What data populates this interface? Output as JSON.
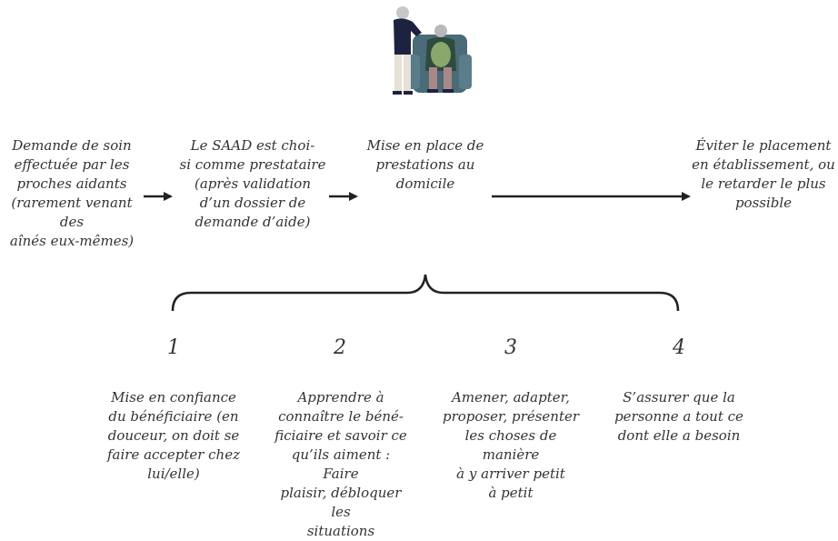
{
  "steps": {
    "s1": "Demande de soin\neffectuée par les\nproches aidants\n(rarement venant des\naînés eux-mêmes)",
    "s2": "Le SAAD est choi-\nsi comme prestataire\n(après validation\nd’un dossier de\ndemande d’aide)",
    "s3": "Mise en place de\nprestations au\ndomicile",
    "s4": "Éviter le placement\nen établissement, ou\nle retarder le plus\npossible"
  },
  "phases": [
    {
      "number": "1",
      "text": "Mise en confiance\ndu bénéficiaire (en\ndouceur, on doit se\nfaire accepter chez\nlui/elle)"
    },
    {
      "number": "2",
      "text": "Apprendre à\nconnaître le béné-\nficiaire et savoir ce\nqu’ils aiment : Faire\nplaisir, débloquer les\nsituations"
    },
    {
      "number": "3",
      "text": "Amener, adapter,\nproposer, présenter\nles choses de manière\nà y arriver petit\nà petit"
    },
    {
      "number": "4",
      "text": "S’assurer que la\npersonne a tout ce\ndont elle a besoin"
    }
  ],
  "illustration_icon": "caregiver-and-elder-icon",
  "colors": {
    "arrow": "#222222",
    "chair": "#4a6b78",
    "dark": "#1c2340"
  }
}
